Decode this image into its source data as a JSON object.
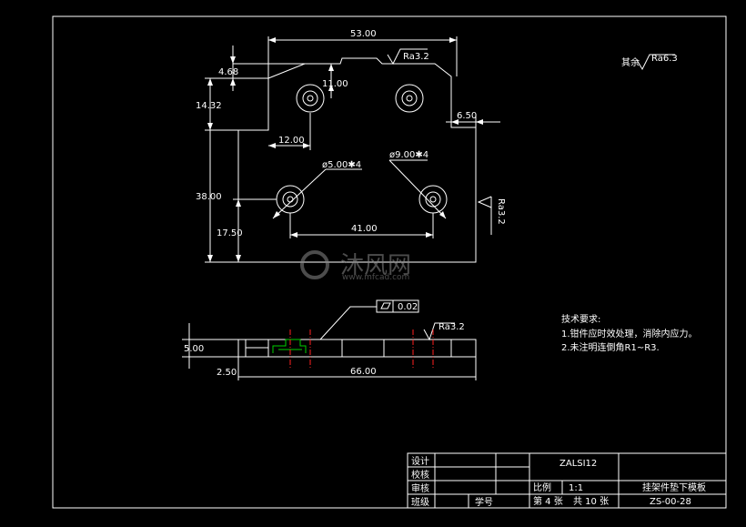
{
  "dimensions": {
    "width_total": "53.00",
    "chamfer": "4.68",
    "hole_offset_y": "11.00",
    "top_height": "14.32",
    "right_step": "6.50",
    "hole_offset_x": "12.00",
    "small_holes": "ø5.00✱4",
    "large_holes": "ø9.00✱4",
    "left_height": "38.00",
    "lower_hole_height": "17.50",
    "hole_spacing": "41.00",
    "side_thickness": "5.00",
    "side_step": "2.50",
    "side_length": "66.00"
  },
  "roughness": {
    "top": "Ra3.2",
    "corner": "Ra6.3",
    "corner_prefix": "其余",
    "right": "Ra3.2",
    "side": "Ra3.2"
  },
  "flatness": {
    "value": "0.02"
  },
  "tech_notes": {
    "title": "技术要求:",
    "lines": [
      "1.钳件应时效处理，消除内应力。",
      "2.未注明连倒角R1~R3."
    ]
  },
  "title_block": {
    "row_labels": [
      "设计",
      "校核",
      "审核",
      "班级"
    ],
    "student_id_label": "学号",
    "drawing_code": "ZALSI12",
    "scale_label": "比例",
    "scale_value": "1:1",
    "sheet_label": "第 4 张",
    "total_label": "共 10 张",
    "part_name": "挂架件垫下模板",
    "drawing_number": "ZS-00-28"
  },
  "watermark": {
    "text": "沐风网",
    "url": "www.mfcad.com"
  },
  "colors": {
    "line": "#ffffff",
    "center": "#ff2020",
    "hatch": "#00d000",
    "background": "#000000"
  }
}
